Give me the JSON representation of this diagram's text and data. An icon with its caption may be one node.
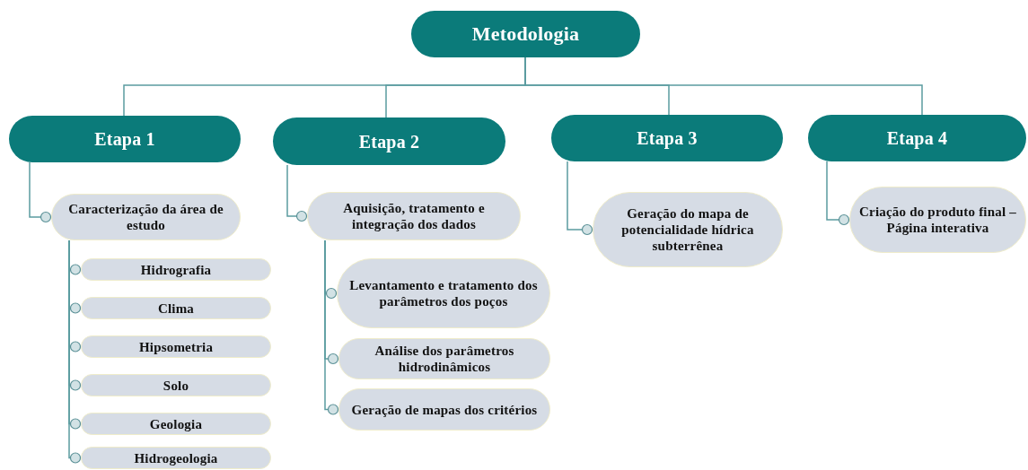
{
  "diagram": {
    "nodes": [
      {
        "text": [
          "Metodologia"
        ]
      },
      {
        "text": [
          "Etapa 1"
        ]
      },
      {
        "text": [
          "Etapa 2"
        ]
      },
      {
        "text": [
          "Etapa 3"
        ]
      },
      {
        "text": [
          "Etapa 4"
        ]
      },
      {
        "text": [
          "Caracterização da área de estudo"
        ]
      },
      {
        "text": [
          "Hidrografia"
        ]
      },
      {
        "text": [
          "Clima"
        ]
      },
      {
        "text": [
          "Hipsometria"
        ]
      },
      {
        "text": [
          "Solo"
        ]
      },
      {
        "text": [
          "Geologia"
        ]
      },
      {
        "text": [
          "Hidrogeologia"
        ]
      },
      {
        "text": [
          "Aquisição, tratamento e integração dos dados"
        ]
      },
      {
        "text": [
          "Levantamento e tratamento dos parâmetros dos poços"
        ]
      },
      {
        "text": [
          "Análise dos parâmetros hidrodinâmicos"
        ]
      },
      {
        "text": [
          "Geração de mapas dos critérios"
        ]
      },
      {
        "text": [
          "Geração do mapa de potencialidade hídrica subterrênea"
        ]
      },
      {
        "text": [
          "Criação do produto final – Página interativa"
        ]
      }
    ],
    "edges": [
      {
        "from": 0,
        "to": 1,
        "arrow": "none"
      },
      {
        "from": 0,
        "to": 2,
        "arrow": "none"
      },
      {
        "from": 0,
        "to": 3,
        "arrow": "none"
      },
      {
        "from": 0,
        "to": 4,
        "arrow": "none"
      },
      {
        "from": 1,
        "to": 5,
        "arrow": "other"
      },
      {
        "from": 5,
        "to": 6,
        "arrow": "other"
      },
      {
        "from": 5,
        "to": 7,
        "arrow": "other"
      },
      {
        "from": 5,
        "to": 8,
        "arrow": "other"
      },
      {
        "from": 5,
        "to": 9,
        "arrow": "other"
      },
      {
        "from": 5,
        "to": 10,
        "arrow": "other"
      },
      {
        "from": 5,
        "to": 11,
        "arrow": "other"
      },
      {
        "from": 2,
        "to": 12,
        "arrow": "other"
      },
      {
        "from": 12,
        "to": 13,
        "arrow": "other"
      },
      {
        "from": 12,
        "to": 14,
        "arrow": "other"
      },
      {
        "from": 12,
        "to": 15,
        "arrow": "other"
      },
      {
        "from": 3,
        "to": 16,
        "arrow": "other"
      },
      {
        "from": 4,
        "to": 17,
        "arrow": "other"
      }
    ]
  }
}
